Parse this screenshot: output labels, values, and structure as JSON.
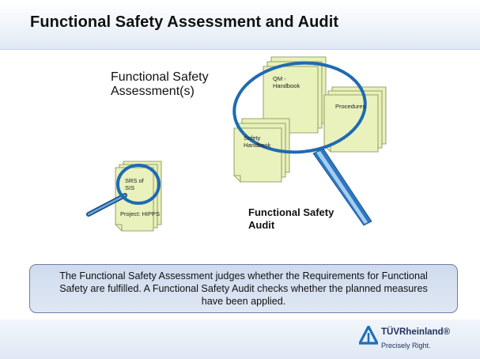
{
  "slide": {
    "title": "Functional Safety Assessment and Audit"
  },
  "diagram": {
    "assessment_label": "Functional Safety Assessment(s)",
    "audit_label": "Functional Safety Audit",
    "documents": {
      "srs": "SRS of SIS",
      "project": "Project: HIPPS",
      "qm_handbook": "QM - Handbook",
      "procedures": "Procedures",
      "safety_handbook": "Safety Handbook"
    }
  },
  "summary": {
    "text": "The Functional Safety Assessment judges whether the Requirements for Functional Safety are fulfilled. A Functional Safety Audit checks whether the planned measures have been applied."
  },
  "footer": {
    "brand": "TÜVRheinland®",
    "tagline": "Precisely Right."
  },
  "colors": {
    "document_fill": "#e7f0b8",
    "document_stroke": "#7d8a4e",
    "magnifier_ring": "#1f6ab3",
    "magnifier_handle": "#2a78c2",
    "summary_box": "#d6e0f0",
    "brand_navy": "#1f2f5c",
    "brand_blue": "#1e6fb8"
  },
  "icons": {
    "small_magnifier": "magnifying-glass-icon",
    "large_magnifier": "magnifying-glass-icon",
    "logo": "tuv-triangle-logo-icon"
  }
}
